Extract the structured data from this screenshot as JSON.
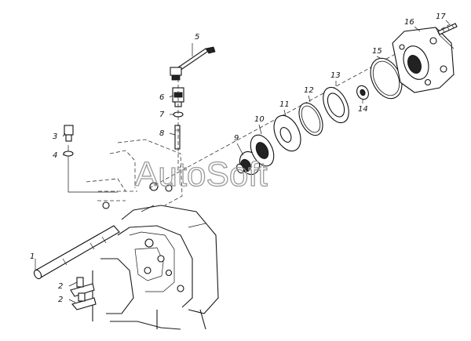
{
  "watermark": "AutoSoft",
  "callouts": [
    {
      "id": "1",
      "label": "1"
    },
    {
      "id": "2a",
      "label": "2"
    },
    {
      "id": "2b",
      "label": "2"
    },
    {
      "id": "3",
      "label": "3"
    },
    {
      "id": "4",
      "label": "4"
    },
    {
      "id": "5",
      "label": "5"
    },
    {
      "id": "6",
      "label": "6"
    },
    {
      "id": "7",
      "label": "7"
    },
    {
      "id": "8",
      "label": "8"
    },
    {
      "id": "9",
      "label": "9"
    },
    {
      "id": "10",
      "label": "10"
    },
    {
      "id": "11",
      "label": "11"
    },
    {
      "id": "12",
      "label": "12"
    },
    {
      "id": "13",
      "label": "13"
    },
    {
      "id": "14",
      "label": "14"
    },
    {
      "id": "15",
      "label": "15"
    },
    {
      "id": "16",
      "label": "16"
    },
    {
      "id": "17",
      "label": "17"
    }
  ]
}
